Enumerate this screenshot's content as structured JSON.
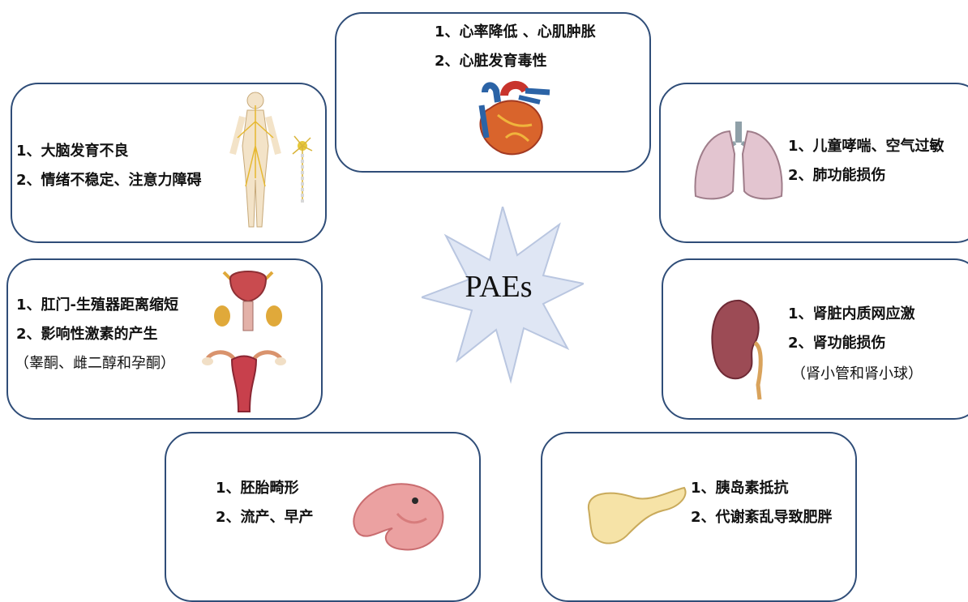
{
  "center": {
    "label": "PAEs"
  },
  "heart": {
    "items": [
      "1、心率降低 、心肌肿胀",
      "2、心脏发育毒性"
    ]
  },
  "brain": {
    "items": [
      "1、大脑发育不良",
      "2、情绪不稳定、注意力障碍"
    ]
  },
  "lung": {
    "items": [
      "1、儿童哮喘、空气过敏",
      "2、肺功能损伤"
    ]
  },
  "repro": {
    "items": [
      "1、肛门-生殖器距离缩短",
      "2、影响性激素的产生"
    ],
    "note": "（睾酮、雌二醇和孕酮）"
  },
  "kidney": {
    "items": [
      "1、肾脏内质网应激",
      "2、肾功能损伤"
    ],
    "note": "（肾小管和肾小球）"
  },
  "embryo": {
    "items": [
      "1、胚胎畸形",
      "2、流产、早产"
    ]
  },
  "pancreas": {
    "items": [
      "1、胰岛素抵抗",
      "2、代谢紊乱导致肥胖"
    ]
  },
  "colors": {
    "border": "#2f4d78",
    "star_fill": "#dfe6f4",
    "star_stroke": "#b9c6e0"
  }
}
